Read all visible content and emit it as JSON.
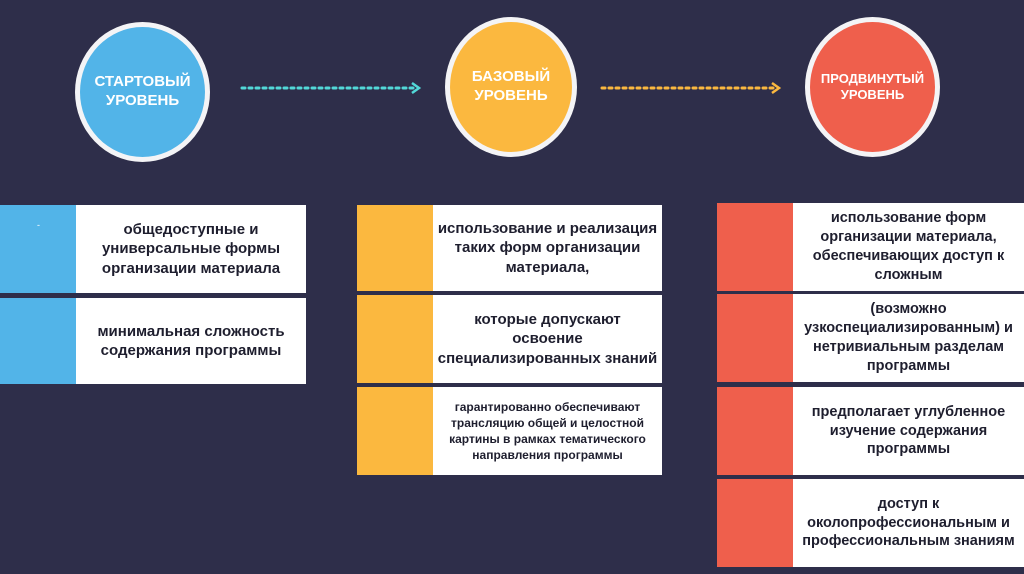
{
  "levels": [
    {
      "line1": "СТАРТОВЫЙ",
      "line2": "УРОВЕНЬ",
      "color": "#52b4e8",
      "items": [
        "общедоступные и универсальные формы организации материала",
        "минимальная сложность содержания программы"
      ]
    },
    {
      "line1": "БАЗОВЫЙ",
      "line2": "УРОВЕНЬ",
      "color": "#fbb83f",
      "items": [
        "использование и реализация  таких форм организации материала,",
        "которые допускают освоение специализированных знаний",
        "гарантированно обеспечивают трансляцию общей и целостной картины в рамках тематического направления программы"
      ]
    },
    {
      "line1": "ПРОДВИНУТЫЙ",
      "line2": "УРОВЕНЬ",
      "color": "#ef5f4c",
      "items": [
        "использование форм организации материала, обеспечивающих доступ к сложным",
        "(возможно узкоспециализированным) и нетривиальным разделам программы",
        "предполагает углубленное изучение содержания программы",
        "доступ к околопрофессиональным и профессиональным знаниям"
      ]
    }
  ],
  "marker": "-",
  "colors": {
    "background": "#2e2e4a",
    "arrow1": "#52d8d8",
    "arrow2": "#fbb83f"
  }
}
